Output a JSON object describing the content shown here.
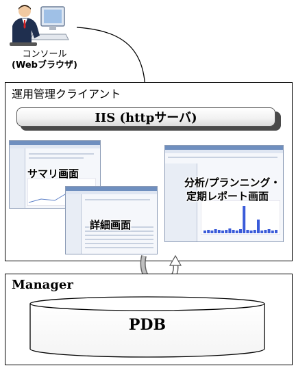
{
  "console": {
    "line1": "コンソール",
    "line2": "(Webブラウザ)"
  },
  "client": {
    "title": "運用管理クライアント",
    "iis_label": "IIS (httpサーバ)",
    "screens": {
      "summary": "サマリ画面",
      "detail": "詳細画面",
      "analysis_line1": "分析/プランニング・",
      "analysis_line2": "定期レポート画面"
    }
  },
  "manager": {
    "title": "Manager",
    "db_label": "PDB"
  },
  "colors": {
    "box_border": "#000000",
    "iis_shadow": "#4a4a4a",
    "db_fill": "#ffffff",
    "chart_bar": "#3a5bd9"
  }
}
